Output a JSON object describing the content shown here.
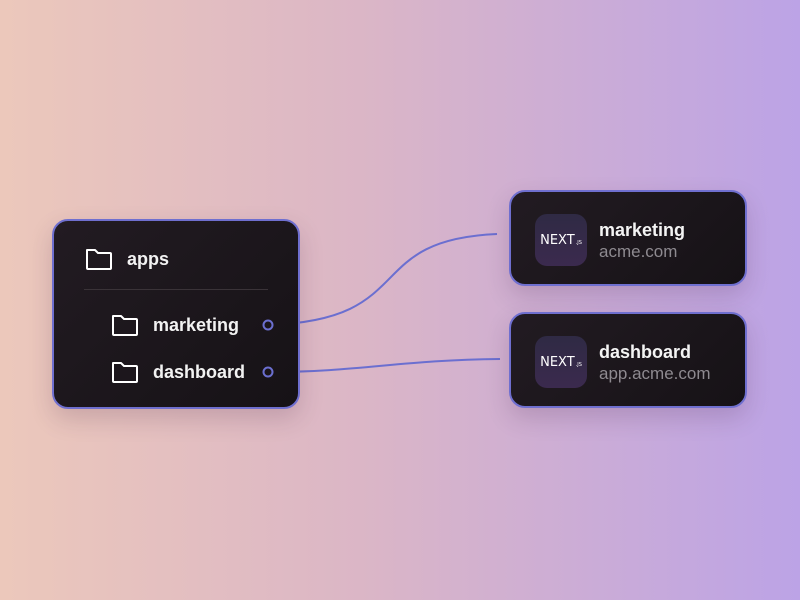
{
  "tree": {
    "root_label": "apps",
    "children": [
      {
        "label": "marketing"
      },
      {
        "label": "dashboard"
      }
    ]
  },
  "deployments": [
    {
      "logo_text": "NEXT",
      "logo_suffix": ".JS",
      "name": "marketing",
      "domain": "acme.com"
    },
    {
      "logo_text": "NEXT",
      "logo_suffix": ".JS",
      "name": "dashboard",
      "domain": "app.acme.com"
    }
  ],
  "colors": {
    "accent": "#6f6fcf",
    "card_bg": "#1c171c",
    "domain_text": "#8e8a90"
  },
  "icons": {
    "folder": "folder-icon",
    "app_logo": "nextjs-logo-icon",
    "connector": "connector-dot-icon"
  }
}
